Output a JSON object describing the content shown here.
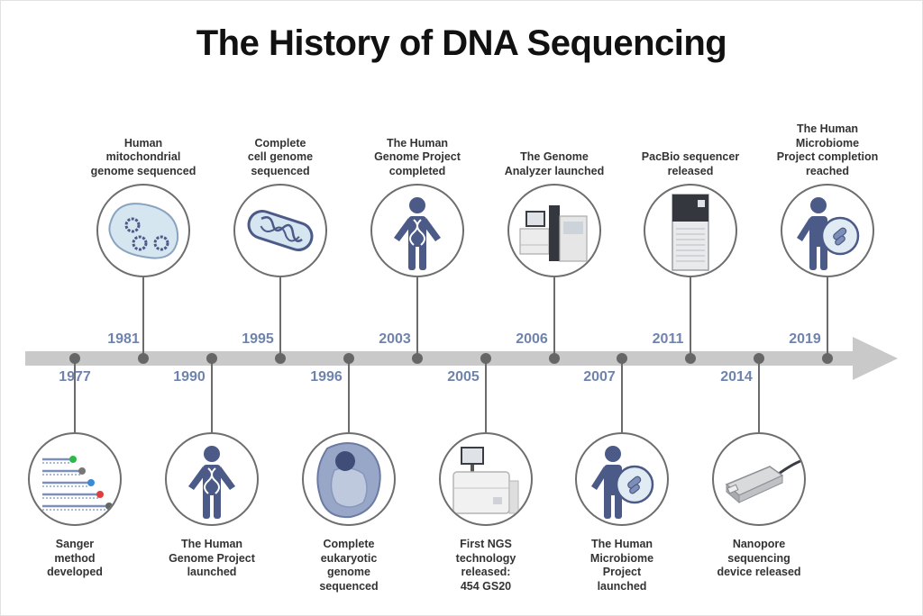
{
  "title": "The History of DNA Sequencing",
  "colors": {
    "year": "#6f84ad",
    "axis": "#c9c9c9",
    "figure": "#4b5a87"
  },
  "events": [
    {
      "year": "1977",
      "icon": "sanger-gel-icon",
      "lines": [
        "Sanger",
        "method",
        "developed"
      ]
    },
    {
      "year": "1981",
      "icon": "mitochondrion-icon",
      "lines": [
        "Human",
        "mitochondrial",
        "genome sequenced"
      ]
    },
    {
      "year": "1990",
      "icon": "human-dna-figure-icon",
      "lines": [
        "The Human",
        "Genome Project",
        "launched"
      ]
    },
    {
      "year": "1995",
      "icon": "bacterium-genome-icon",
      "lines": [
        "Complete",
        "cell genome",
        "sequenced"
      ]
    },
    {
      "year": "1996",
      "icon": "eukaryotic-cell-icon",
      "lines": [
        "Complete",
        "eukaryotic",
        "genome",
        "sequenced"
      ]
    },
    {
      "year": "2003",
      "icon": "human-dna-figure-icon",
      "lines": [
        "The Human",
        "Genome Project",
        "completed"
      ]
    },
    {
      "year": "2005",
      "icon": "ngs-instrument-icon",
      "lines": [
        "First NGS",
        "technology",
        "released:",
        "454 GS20"
      ]
    },
    {
      "year": "2006",
      "icon": "genome-analyzer-icon",
      "lines": [
        "The Genome",
        "Analyzer launched"
      ]
    },
    {
      "year": "2007",
      "icon": "human-microbiome-icon",
      "lines": [
        "The Human",
        "Microbiome",
        "Project",
        "launched"
      ]
    },
    {
      "year": "2011",
      "icon": "pacbio-sequencer-icon",
      "lines": [
        "PacBio sequencer",
        "released"
      ]
    },
    {
      "year": "2014",
      "icon": "nanopore-device-icon",
      "lines": [
        "Nanopore",
        "sequencing",
        "device released"
      ]
    },
    {
      "year": "2019",
      "icon": "human-microbiome-icon",
      "lines": [
        "The Human",
        "Microbiome",
        "Project completion",
        "reached"
      ]
    }
  ]
}
